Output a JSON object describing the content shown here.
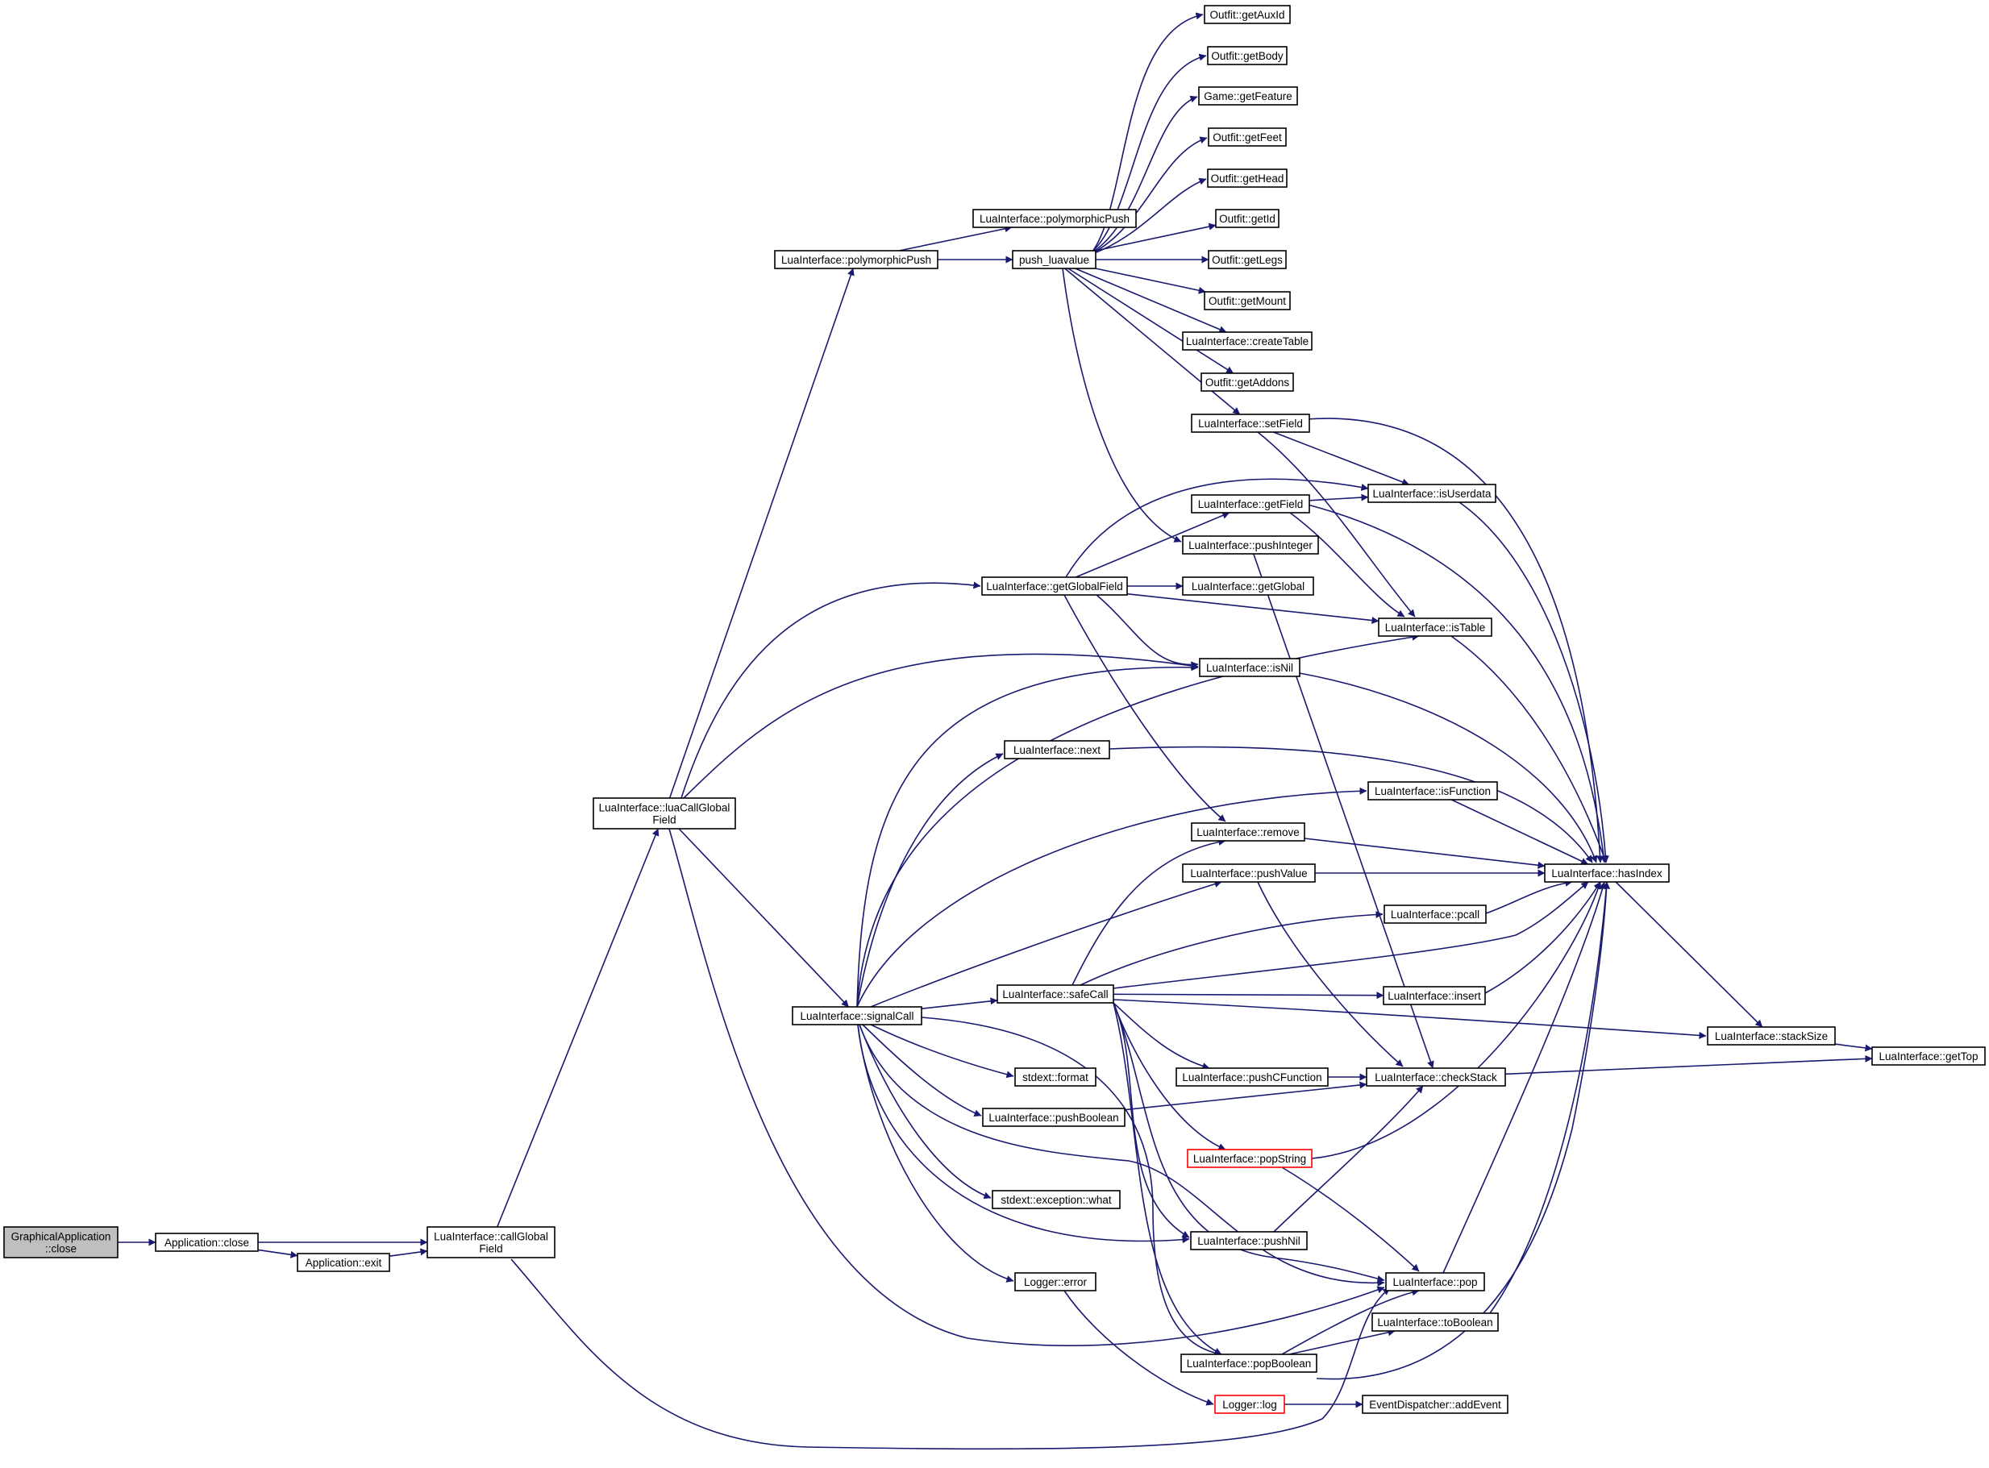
{
  "colors": {
    "edge": "#191970",
    "node_border": "#000000",
    "node_fill": "#ffffff",
    "root_fill": "#bfbfbf",
    "truncated_border": "#ff0000"
  },
  "nodes": [
    {
      "id": "gapp_close",
      "lines": [
        "GraphicalApplication",
        "::close"
      ],
      "style": "root"
    },
    {
      "id": "app_close",
      "lines": [
        "Application::close"
      ]
    },
    {
      "id": "app_exit",
      "lines": [
        "Application::exit"
      ]
    },
    {
      "id": "li_callGlobalField",
      "lines": [
        "LuaInterface::callGlobal",
        "Field"
      ]
    },
    {
      "id": "li_luaCallGlobalField",
      "lines": [
        "LuaInterface::luaCallGlobal",
        "Field"
      ]
    },
    {
      "id": "li_polymorphicPush_a",
      "lines": [
        "LuaInterface::polymorphicPush"
      ]
    },
    {
      "id": "li_polymorphicPush_b",
      "lines": [
        "LuaInterface::polymorphicPush"
      ]
    },
    {
      "id": "push_luavalue",
      "lines": [
        "push_luavalue"
      ]
    },
    {
      "id": "outfit_getAuxId",
      "lines": [
        "Outfit::getAuxId"
      ]
    },
    {
      "id": "outfit_getBody",
      "lines": [
        "Outfit::getBody"
      ]
    },
    {
      "id": "game_getFeature",
      "lines": [
        "Game::getFeature"
      ]
    },
    {
      "id": "outfit_getFeet",
      "lines": [
        "Outfit::getFeet"
      ]
    },
    {
      "id": "outfit_getHead",
      "lines": [
        "Outfit::getHead"
      ]
    },
    {
      "id": "outfit_getId",
      "lines": [
        "Outfit::getId"
      ]
    },
    {
      "id": "outfit_getLegs",
      "lines": [
        "Outfit::getLegs"
      ]
    },
    {
      "id": "outfit_getMount",
      "lines": [
        "Outfit::getMount"
      ]
    },
    {
      "id": "li_createTable",
      "lines": [
        "LuaInterface::createTable"
      ]
    },
    {
      "id": "outfit_getAddons",
      "lines": [
        "Outfit::getAddons"
      ]
    },
    {
      "id": "li_setField",
      "lines": [
        "LuaInterface::setField"
      ]
    },
    {
      "id": "li_isUserdata",
      "lines": [
        "LuaInterface::isUserdata"
      ]
    },
    {
      "id": "li_getField",
      "lines": [
        "LuaInterface::getField"
      ]
    },
    {
      "id": "li_pushInteger",
      "lines": [
        "LuaInterface::pushInteger"
      ]
    },
    {
      "id": "li_getGlobalField",
      "lines": [
        "LuaInterface::getGlobalField"
      ]
    },
    {
      "id": "li_getGlobal",
      "lines": [
        "LuaInterface::getGlobal"
      ]
    },
    {
      "id": "li_isTable",
      "lines": [
        "LuaInterface::isTable"
      ]
    },
    {
      "id": "li_isNil",
      "lines": [
        "LuaInterface::isNil"
      ]
    },
    {
      "id": "li_next",
      "lines": [
        "LuaInterface::next"
      ]
    },
    {
      "id": "li_isFunction",
      "lines": [
        "LuaInterface::isFunction"
      ]
    },
    {
      "id": "li_remove",
      "lines": [
        "LuaInterface::remove"
      ]
    },
    {
      "id": "li_pushValue",
      "lines": [
        "LuaInterface::pushValue"
      ]
    },
    {
      "id": "li_hasIndex",
      "lines": [
        "LuaInterface::hasIndex"
      ]
    },
    {
      "id": "li_pcall",
      "lines": [
        "LuaInterface::pcall"
      ]
    },
    {
      "id": "li_safeCall",
      "lines": [
        "LuaInterface::safeCall"
      ]
    },
    {
      "id": "li_insert",
      "lines": [
        "LuaInterface::insert"
      ]
    },
    {
      "id": "li_signalCall",
      "lines": [
        "LuaInterface::signalCall"
      ]
    },
    {
      "id": "li_stackSize",
      "lines": [
        "LuaInterface::stackSize"
      ]
    },
    {
      "id": "li_getTop",
      "lines": [
        "LuaInterface::getTop"
      ]
    },
    {
      "id": "stdext_format",
      "lines": [
        "stdext::format"
      ]
    },
    {
      "id": "li_pushCFunction",
      "lines": [
        "LuaInterface::pushCFunction"
      ]
    },
    {
      "id": "li_checkStack",
      "lines": [
        "LuaInterface::checkStack"
      ]
    },
    {
      "id": "li_pushBoolean",
      "lines": [
        "LuaInterface::pushBoolean"
      ]
    },
    {
      "id": "li_popString",
      "lines": [
        "LuaInterface::popString"
      ],
      "style": "truncated"
    },
    {
      "id": "stdext_exception_what",
      "lines": [
        "stdext::exception::what"
      ]
    },
    {
      "id": "li_pushNil",
      "lines": [
        "LuaInterface::pushNil"
      ]
    },
    {
      "id": "logger_error",
      "lines": [
        "Logger::error"
      ]
    },
    {
      "id": "li_pop",
      "lines": [
        "LuaInterface::pop"
      ]
    },
    {
      "id": "li_toBoolean",
      "lines": [
        "LuaInterface::toBoolean"
      ]
    },
    {
      "id": "li_popBoolean",
      "lines": [
        "LuaInterface::popBoolean"
      ]
    },
    {
      "id": "logger_log",
      "lines": [
        "Logger::log"
      ],
      "style": "truncated"
    },
    {
      "id": "ed_addEvent",
      "lines": [
        "EventDispatcher::addEvent"
      ]
    }
  ],
  "edges": [
    {
      "from": "gapp_close",
      "to": "app_close"
    },
    {
      "from": "app_close",
      "to": "li_callGlobalField"
    },
    {
      "from": "app_close",
      "to": "app_exit"
    },
    {
      "from": "app_exit",
      "to": "li_callGlobalField"
    },
    {
      "from": "li_callGlobalField",
      "to": "li_luaCallGlobalField"
    },
    {
      "from": "li_callGlobalField",
      "to": "li_pop"
    },
    {
      "from": "li_luaCallGlobalField",
      "to": "li_polymorphicPush_a"
    },
    {
      "from": "li_luaCallGlobalField",
      "to": "li_getGlobalField"
    },
    {
      "from": "li_luaCallGlobalField",
      "to": "li_isNil"
    },
    {
      "from": "li_luaCallGlobalField",
      "to": "li_signalCall"
    },
    {
      "from": "li_luaCallGlobalField",
      "to": "li_pop"
    },
    {
      "from": "li_polymorphicPush_a",
      "to": "li_polymorphicPush_b"
    },
    {
      "from": "li_polymorphicPush_a",
      "to": "push_luavalue"
    },
    {
      "from": "push_luavalue",
      "to": "outfit_getAuxId"
    },
    {
      "from": "push_luavalue",
      "to": "outfit_getBody"
    },
    {
      "from": "push_luavalue",
      "to": "game_getFeature"
    },
    {
      "from": "push_luavalue",
      "to": "outfit_getFeet"
    },
    {
      "from": "push_luavalue",
      "to": "outfit_getHead"
    },
    {
      "from": "push_luavalue",
      "to": "outfit_getId"
    },
    {
      "from": "push_luavalue",
      "to": "outfit_getLegs"
    },
    {
      "from": "push_luavalue",
      "to": "outfit_getMount"
    },
    {
      "from": "push_luavalue",
      "to": "li_createTable"
    },
    {
      "from": "push_luavalue",
      "to": "outfit_getAddons"
    },
    {
      "from": "push_luavalue",
      "to": "li_setField"
    },
    {
      "from": "push_luavalue",
      "to": "li_pushInteger"
    },
    {
      "from": "li_setField",
      "to": "li_isUserdata"
    },
    {
      "from": "li_setField",
      "to": "li_isTable"
    },
    {
      "from": "li_setField",
      "to": "li_hasIndex"
    },
    {
      "from": "li_getField",
      "to": "li_isUserdata"
    },
    {
      "from": "li_getField",
      "to": "li_isTable"
    },
    {
      "from": "li_getField",
      "to": "li_hasIndex"
    },
    {
      "from": "li_pushInteger",
      "to": "li_checkStack"
    },
    {
      "from": "li_getGlobalField",
      "to": "li_getField"
    },
    {
      "from": "li_getGlobalField",
      "to": "li_isUserdata"
    },
    {
      "from": "li_getGlobalField",
      "to": "li_getGlobal"
    },
    {
      "from": "li_getGlobalField",
      "to": "li_isTable"
    },
    {
      "from": "li_getGlobalField",
      "to": "li_isNil"
    },
    {
      "from": "li_getGlobalField",
      "to": "li_remove"
    },
    {
      "from": "li_isUserdata",
      "to": "li_hasIndex"
    },
    {
      "from": "li_isTable",
      "to": "li_hasIndex"
    },
    {
      "from": "li_isNil",
      "to": "li_hasIndex"
    },
    {
      "from": "li_next",
      "to": "li_hasIndex"
    },
    {
      "from": "li_isFunction",
      "to": "li_hasIndex"
    },
    {
      "from": "li_remove",
      "to": "li_hasIndex"
    },
    {
      "from": "li_pushValue",
      "to": "li_hasIndex"
    },
    {
      "from": "li_pushValue",
      "to": "li_checkStack"
    },
    {
      "from": "li_pcall",
      "to": "li_hasIndex"
    },
    {
      "from": "li_insert",
      "to": "li_hasIndex"
    },
    {
      "from": "li_hasIndex",
      "to": "li_stackSize"
    },
    {
      "from": "li_stackSize",
      "to": "li_getTop"
    },
    {
      "from": "li_checkStack",
      "to": "li_getTop"
    },
    {
      "from": "li_signalCall",
      "to": "li_isNil"
    },
    {
      "from": "li_signalCall",
      "to": "li_isTable"
    },
    {
      "from": "li_signalCall",
      "to": "li_next"
    },
    {
      "from": "li_signalCall",
      "to": "li_isFunction"
    },
    {
      "from": "li_signalCall",
      "to": "li_pushValue"
    },
    {
      "from": "li_signalCall",
      "to": "li_safeCall"
    },
    {
      "from": "li_signalCall",
      "to": "stdext_format"
    },
    {
      "from": "li_signalCall",
      "to": "li_pushBoolean"
    },
    {
      "from": "li_signalCall",
      "to": "stdext_exception_what"
    },
    {
      "from": "li_signalCall",
      "to": "li_pushNil"
    },
    {
      "from": "li_signalCall",
      "to": "logger_error"
    },
    {
      "from": "li_signalCall",
      "to": "li_pop"
    },
    {
      "from": "li_signalCall",
      "to": "li_popBoolean"
    },
    {
      "from": "li_safeCall",
      "to": "li_remove"
    },
    {
      "from": "li_safeCall",
      "to": "li_pcall"
    },
    {
      "from": "li_safeCall",
      "to": "li_hasIndex"
    },
    {
      "from": "li_safeCall",
      "to": "li_insert"
    },
    {
      "from": "li_safeCall",
      "to": "li_stackSize"
    },
    {
      "from": "li_safeCall",
      "to": "li_pushCFunction"
    },
    {
      "from": "li_safeCall",
      "to": "li_popString"
    },
    {
      "from": "li_safeCall",
      "to": "li_pushNil"
    },
    {
      "from": "li_safeCall",
      "to": "li_pop"
    },
    {
      "from": "li_safeCall",
      "to": "li_popBoolean"
    },
    {
      "from": "li_pushCFunction",
      "to": "li_checkStack"
    },
    {
      "from": "li_pushBoolean",
      "to": "li_checkStack"
    },
    {
      "from": "li_popString",
      "to": "li_hasIndex"
    },
    {
      "from": "li_popString",
      "to": "li_pop"
    },
    {
      "from": "li_pushNil",
      "to": "li_checkStack"
    },
    {
      "from": "li_pop",
      "to": "li_hasIndex"
    },
    {
      "from": "li_popBoolean",
      "to": "li_pop"
    },
    {
      "from": "li_popBoolean",
      "to": "li_toBoolean"
    },
    {
      "from": "li_popBoolean",
      "to": "li_hasIndex"
    },
    {
      "from": "li_toBoolean",
      "to": "li_hasIndex"
    },
    {
      "from": "logger_error",
      "to": "logger_log"
    },
    {
      "from": "logger_log",
      "to": "ed_addEvent"
    }
  ]
}
